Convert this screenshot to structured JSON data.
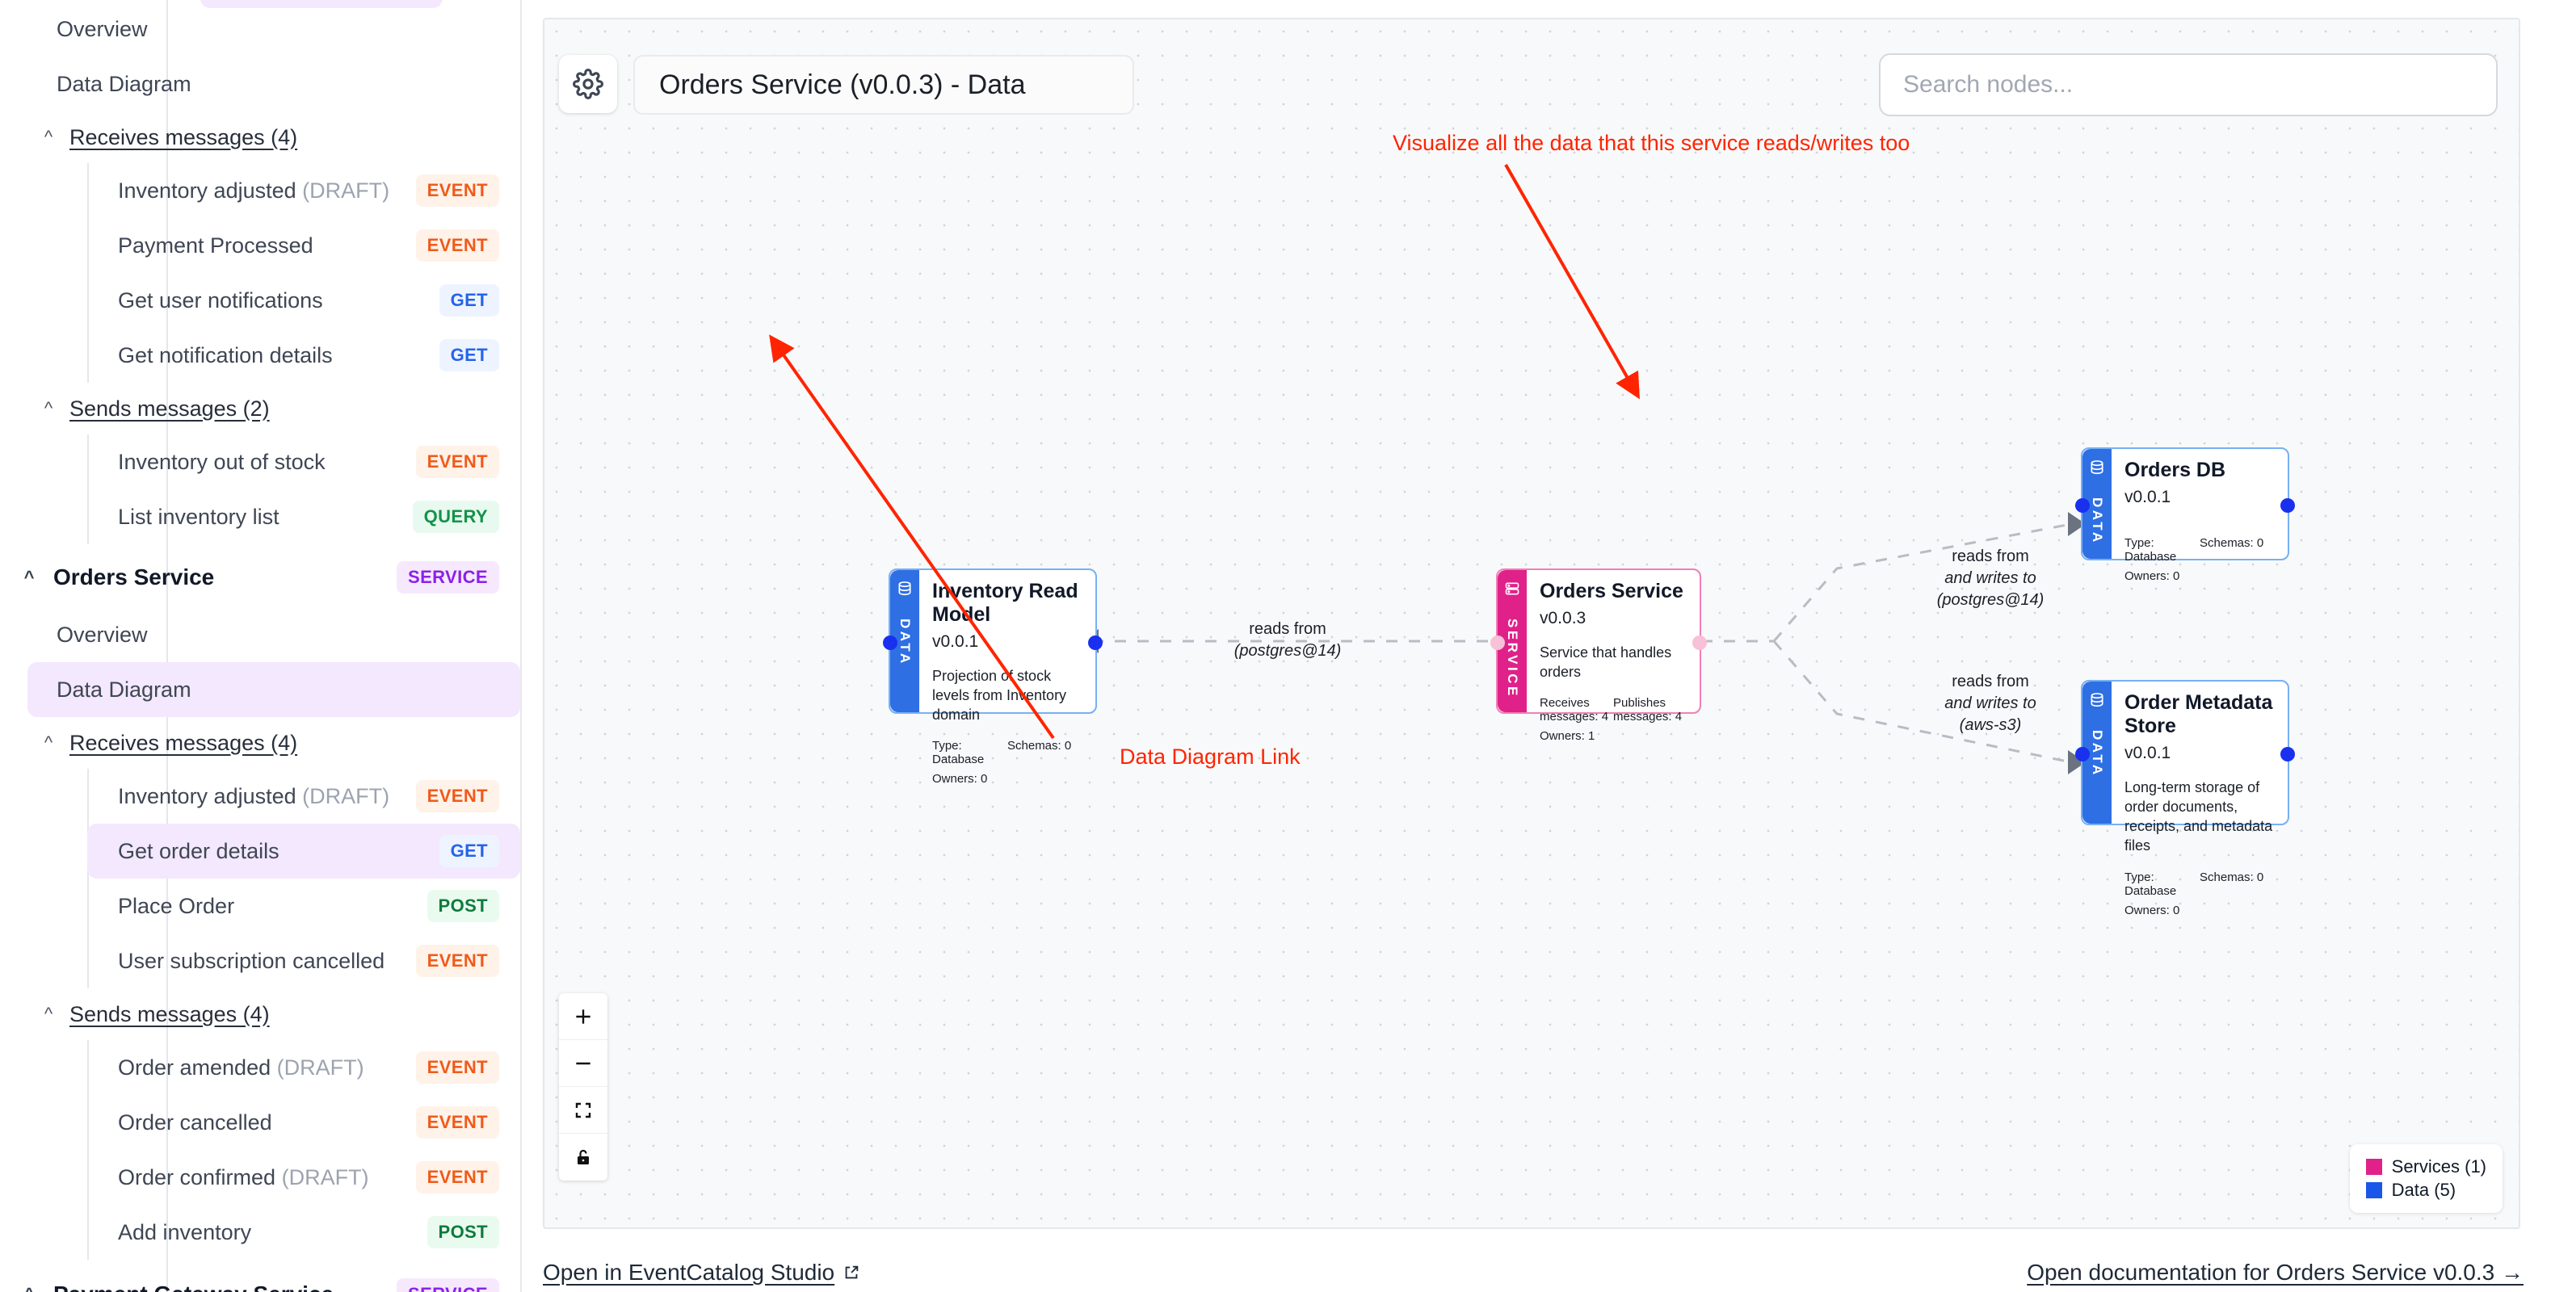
{
  "sidebar": {
    "groups": [
      {
        "items": [
          {
            "label": "Overview",
            "type": "link",
            "selected": false
          },
          {
            "label": "Data Diagram",
            "type": "link",
            "selected": false
          },
          {
            "label": "Receives messages (4)",
            "type": "section"
          },
          {
            "label": "Inventory adjusted",
            "suffix": " (DRAFT)",
            "badge": "EVENT",
            "badge_class": "b-event"
          },
          {
            "label": "Payment Processed",
            "suffix": "",
            "badge": "EVENT",
            "badge_class": "b-event"
          },
          {
            "label": "Get user notifications",
            "suffix": "",
            "badge": "GET",
            "badge_class": "b-get"
          },
          {
            "label": "Get notification details",
            "suffix": "",
            "badge": "GET",
            "badge_class": "b-get"
          },
          {
            "label": "Sends messages (2)",
            "type": "section"
          },
          {
            "label": "Inventory out of stock",
            "suffix": "",
            "badge": "EVENT",
            "badge_class": "b-event"
          },
          {
            "label": "List inventory list",
            "suffix": "",
            "badge": "QUERY",
            "badge_class": "b-query"
          }
        ]
      }
    ],
    "orders_service": {
      "title": "Orders Service",
      "badge": "SERVICE",
      "items": [
        {
          "label": "Overview",
          "type": "link",
          "selected": false
        },
        {
          "label": "Data Diagram",
          "type": "link",
          "selected": true
        },
        {
          "label": "Receives messages (4)",
          "type": "section"
        },
        {
          "label": "Inventory adjusted",
          "suffix": " (DRAFT)",
          "badge": "EVENT",
          "badge_class": "b-event"
        },
        {
          "label": "Get order details",
          "suffix": "",
          "badge": "GET",
          "badge_class": "b-get",
          "selected": true
        },
        {
          "label": "Place Order",
          "suffix": "",
          "badge": "POST",
          "badge_class": "b-post"
        },
        {
          "label": "User subscription cancelled",
          "suffix": "",
          "badge": "EVENT",
          "badge_class": "b-event"
        },
        {
          "label": "Sends messages (4)",
          "type": "section"
        },
        {
          "label": "Order amended",
          "suffix": " (DRAFT)",
          "badge": "EVENT",
          "badge_class": "b-event"
        },
        {
          "label": "Order cancelled",
          "suffix": "",
          "badge": "EVENT",
          "badge_class": "b-event"
        },
        {
          "label": "Order confirmed",
          "suffix": " (DRAFT)",
          "badge": "EVENT",
          "badge_class": "b-event"
        },
        {
          "label": "Add inventory",
          "suffix": "",
          "badge": "POST",
          "badge_class": "b-post"
        }
      ]
    },
    "payment_gateway_service": {
      "title": "Payment Gateway Service",
      "badge": "SERVICE"
    }
  },
  "diagram": {
    "title": "Orders Service (v0.0.3) - Data",
    "settings_icon": "gear-icon",
    "search": {
      "placeholder": "Search nodes...",
      "value": ""
    },
    "nodes": [
      {
        "id": "inventory-read-model",
        "kind": "DATA",
        "title": "Inventory Read Model",
        "version": "v0.0.1",
        "description": "Projection of stock levels from Inventory domain",
        "meta": [
          "Type: Database",
          "Schemas: 0",
          "Owners: 0"
        ]
      },
      {
        "id": "orders-service",
        "kind": "SERVICE",
        "title": "Orders Service",
        "version": "v0.0.3",
        "description": "Service that handles orders",
        "meta": [
          "Receives messages: 4",
          "Publishes messages: 4",
          "Owners: 1"
        ]
      },
      {
        "id": "orders-db",
        "kind": "DATA",
        "title": "Orders DB",
        "version": "v0.0.1",
        "description": "",
        "meta": [
          "Type: Database",
          "Schemas: 0",
          "Owners: 0"
        ]
      },
      {
        "id": "order-metadata-store",
        "kind": "DATA",
        "title": "Order Metadata Store",
        "version": "v0.0.1",
        "description": "Long-term storage of order documents, receipts, and metadata files",
        "meta": [
          "Type: Database",
          "Schemas: 0",
          "Owners: 0"
        ]
      }
    ],
    "edges": [
      {
        "id": "edge-to-inventory-read-model",
        "line1": "reads from",
        "line2": "(postgres@14)",
        "line3": ""
      },
      {
        "id": "edge-to-orders-db",
        "line1": "reads from",
        "line2": "and writes to",
        "line3": "(postgres@14)"
      },
      {
        "id": "edge-to-order-metadata-store",
        "line1": "reads from",
        "line2": "and writes to",
        "line3": "(aws-s3)"
      }
    ],
    "annotations": [
      {
        "id": "annotation-visualize",
        "text": "Visualize all the data that this service reads/writes too",
        "color": "#ff2400"
      },
      {
        "id": "annotation-data-diagram-link",
        "text": "Data Diagram Link",
        "color": "#ff2400"
      }
    ],
    "controls": [
      {
        "name": "zoom-in-button",
        "glyph": "+"
      },
      {
        "name": "zoom-out-button",
        "glyph": "−"
      },
      {
        "name": "fit-view-button",
        "glyph": "fit"
      },
      {
        "name": "lock-button",
        "glyph": "lock"
      }
    ],
    "legend": [
      {
        "label": "Services (1)",
        "color": "#e0218a"
      },
      {
        "label": "Data (5)",
        "color": "#1a57e8"
      }
    ]
  },
  "footer": {
    "studio_link": "Open in EventCatalog Studio",
    "studio_icon": "external-link-icon",
    "docs_link": "Open documentation for Orders Service v0.0.3 →"
  }
}
